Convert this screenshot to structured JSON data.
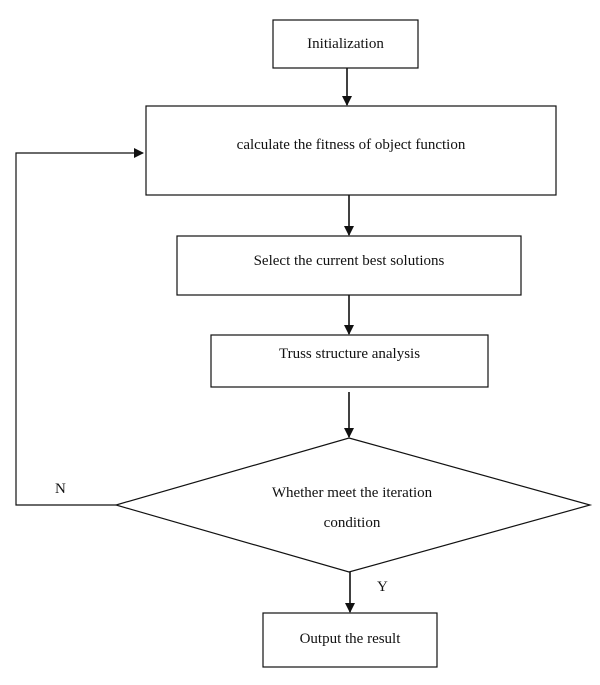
{
  "nodes": {
    "init": "Initialization",
    "fitness": "calculate the fitness of object function",
    "select": "Select the current best solutions",
    "truss": "Truss structure analysis",
    "decision_line1": "Whether meet the iteration",
    "decision_line2": "condition",
    "output": "Output the result"
  },
  "branches": {
    "no": "N",
    "yes": "Y"
  },
  "colors": {
    "stroke": "#111111",
    "background": "#ffffff"
  }
}
